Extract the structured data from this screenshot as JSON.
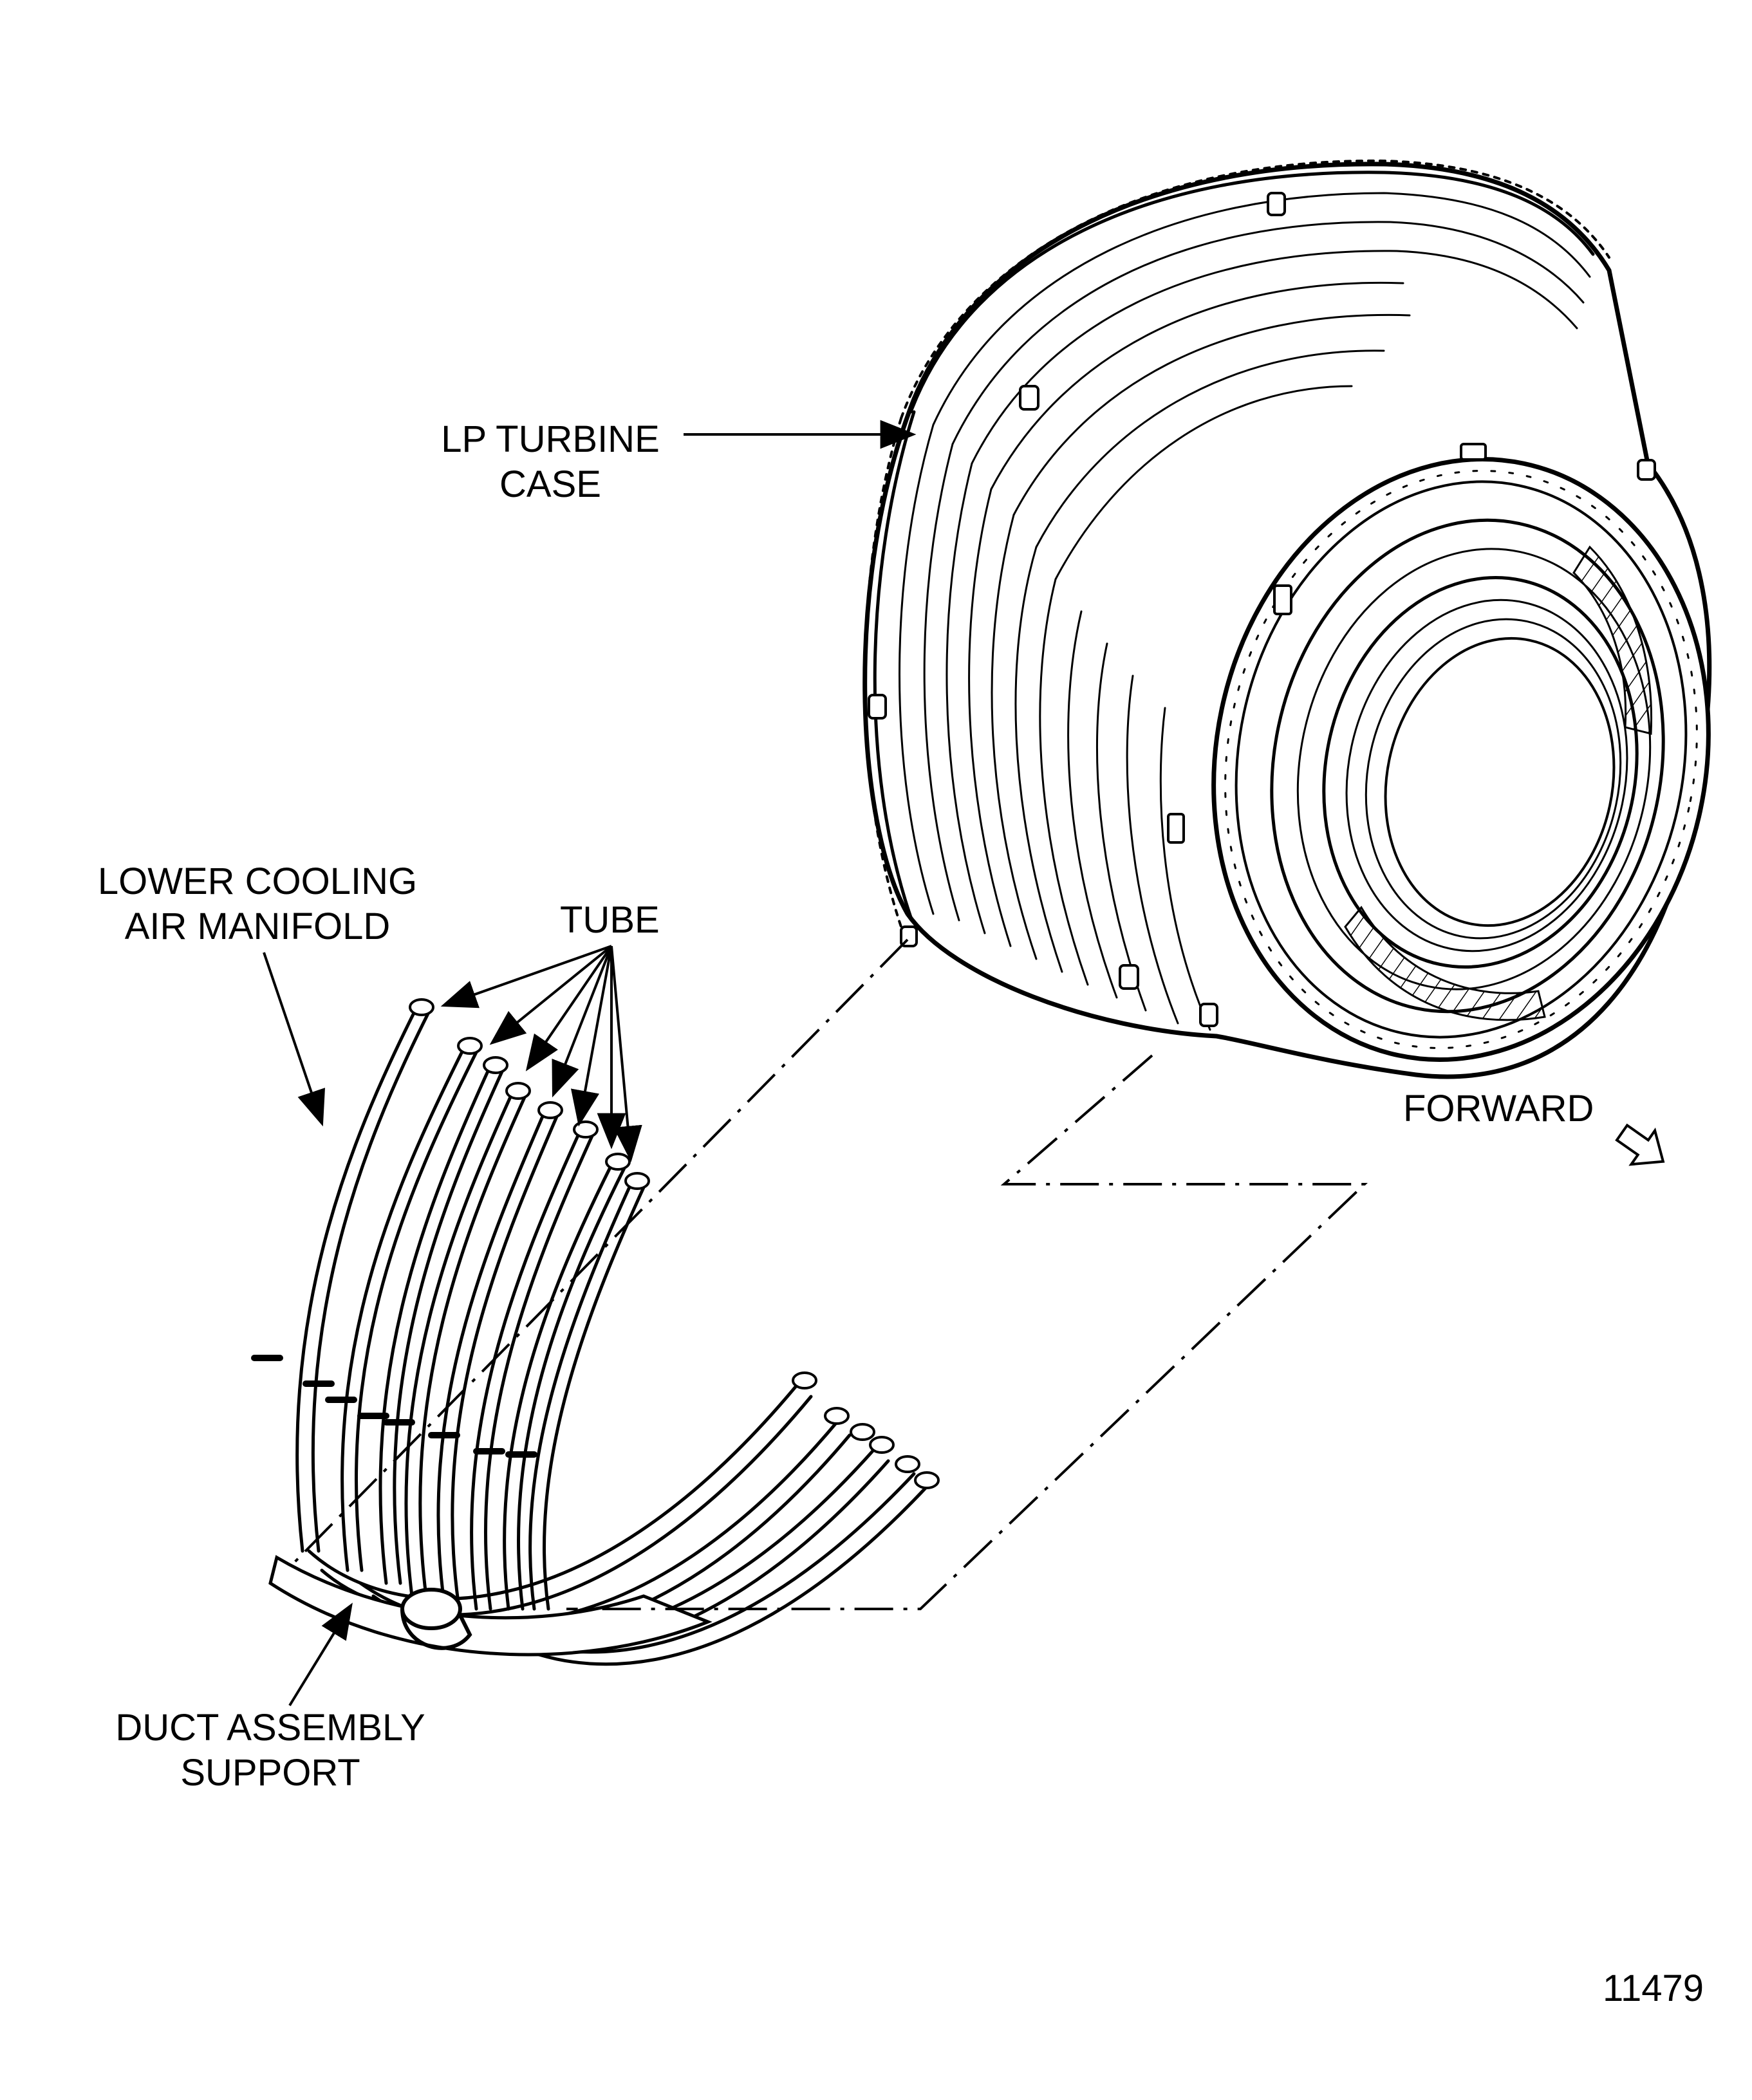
{
  "labels": {
    "lp_turbine_case": [
      "LP TURBINE",
      "CASE"
    ],
    "lower_cooling_air_manifold": [
      "LOWER COOLING",
      "AIR MANIFOLD"
    ],
    "tube": "TUBE",
    "duct_assembly_support": [
      "DUCT ASSEMBLY",
      "SUPPORT"
    ],
    "forward": "FORWARD",
    "figure_number": "11479"
  },
  "colors": {
    "ink": "#000000",
    "paper": "#ffffff"
  },
  "icons": {
    "direction_arrow": "hollow-arrow-down-right-icon"
  }
}
